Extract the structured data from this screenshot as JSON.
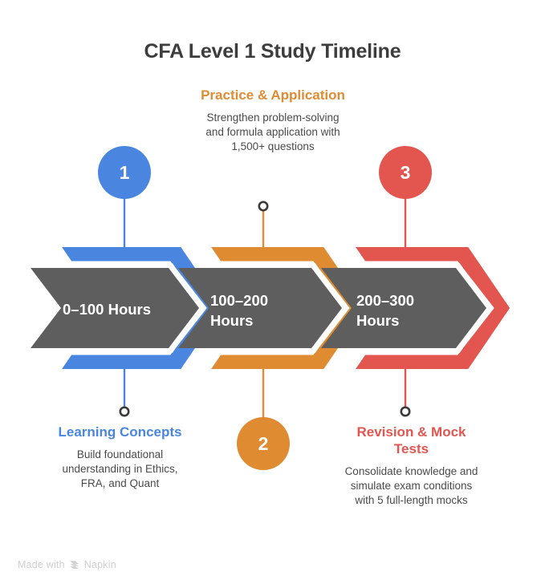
{
  "title": "CFA Level 1 Study Timeline",
  "colors": {
    "blue": "#4a86e0",
    "orange": "#df8b32",
    "red": "#e3564f",
    "gray_bar": "#5e5e5e",
    "title_text": "#3d3d3d",
    "body_text": "#4a4a4a",
    "background": "#ffffff",
    "watermark": "#cfcfcf",
    "marker_ring": "#3a3a3a"
  },
  "stages": [
    {
      "number": "1",
      "bar_label": "0–100 Hours",
      "heading": "Learning Concepts",
      "description": "Build foundational understanding in Ethics, FRA, and Quant",
      "color": "#4a86e0",
      "badge_position": "above",
      "text_position": "below"
    },
    {
      "number": "2",
      "bar_label": "100–200 Hours",
      "heading": "Practice & Application",
      "description": "Strengthen problem-solving and formula application with 1,500+ questions",
      "color": "#df8b32",
      "badge_position": "below",
      "text_position": "above"
    },
    {
      "number": "3",
      "bar_label": "200–300 Hours",
      "heading": "Revision & Mock Tests",
      "description": "Consolidate knowledge and simulate exam conditions with 5 full-length mocks",
      "color": "#e3564f",
      "badge_position": "above",
      "text_position": "below"
    }
  ],
  "watermark": {
    "prefix": "Made with",
    "brand": "Napkin"
  }
}
